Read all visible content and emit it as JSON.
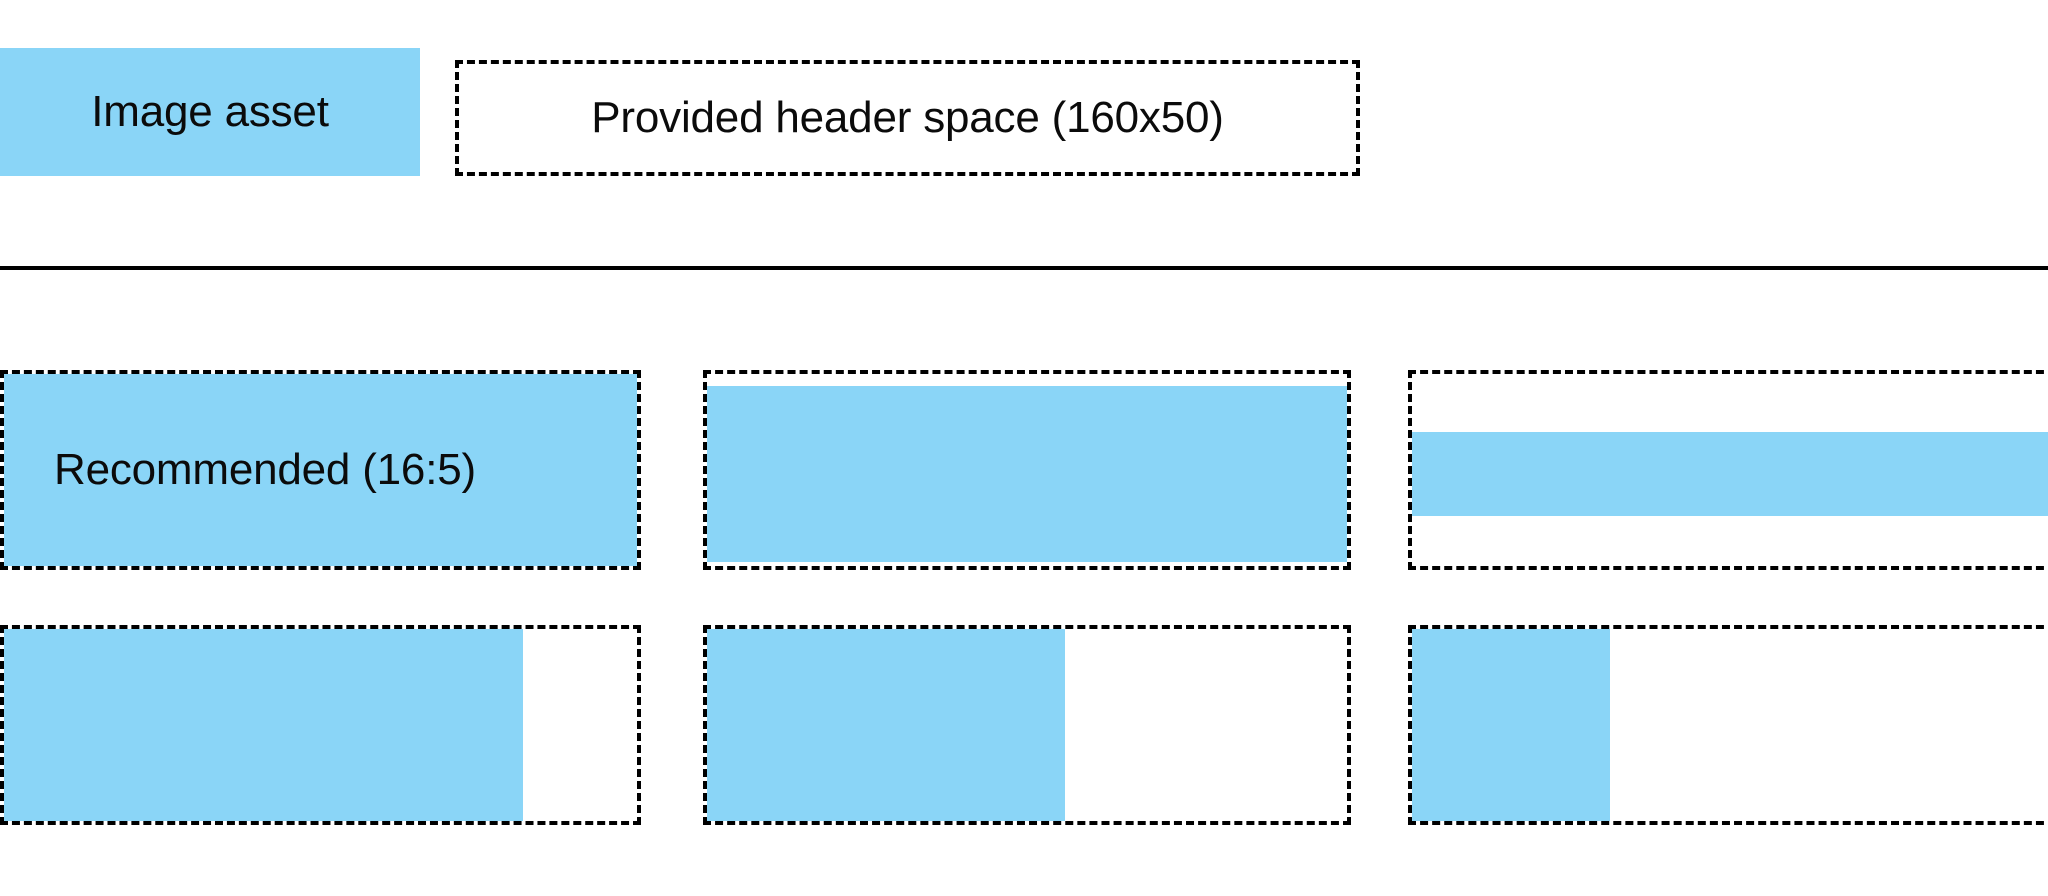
{
  "colors": {
    "swatch_blue": "#8AD5F7",
    "outline": "#000000",
    "background": "#FFFFFF",
    "text": "#0B0B0B"
  },
  "header": {
    "image_asset_label": "Image asset",
    "provided_space_label": "Provided header space (160x50)"
  },
  "grid": {
    "recommended_label": "Recommended (16:5)",
    "rows": [
      {
        "cells": [
          {
            "fill": "full",
            "label": "Recommended (16:5)"
          },
          {
            "fill": "wide-band",
            "label": ""
          },
          {
            "fill": "thin-band",
            "label": ""
          }
        ]
      },
      {
        "cells": [
          {
            "fill": "w82",
            "label": ""
          },
          {
            "fill": "w56",
            "label": ""
          },
          {
            "fill": "w31",
            "label": ""
          }
        ]
      }
    ]
  }
}
